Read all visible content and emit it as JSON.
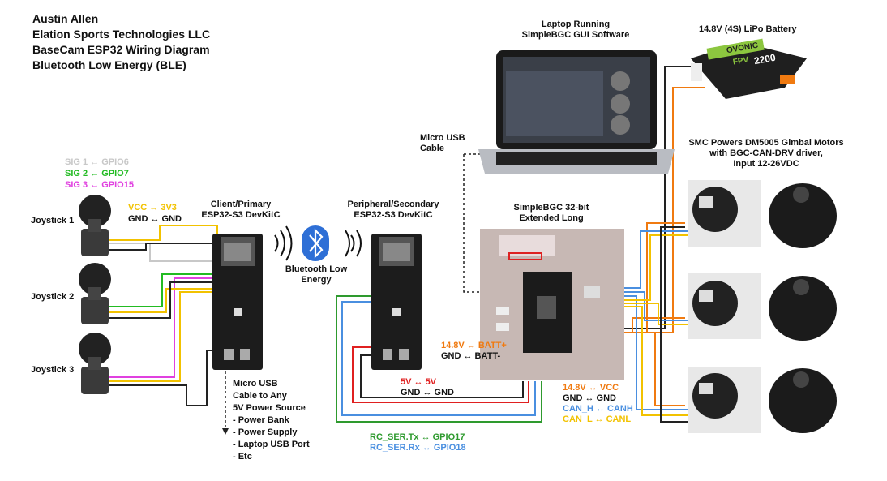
{
  "header": {
    "line1": "Austin Allen",
    "line2": "Elation Sports Technologies LLC",
    "line3": "BaseCam ESP32 Wiring Diagram",
    "line4": "Bluetooth Low Energy (BLE)"
  },
  "signals": {
    "sig1": "SIG 1 ↔ GPIO6",
    "sig2": "SIG 2 ↔ GPIO7",
    "sig3": "SIG 3 ↔ GPIO15",
    "vcc": "VCC ↔ 3V3",
    "gnd": "GND ↔ GND"
  },
  "joysticks": [
    "Joystick 1",
    "Joystick 2",
    "Joystick 3"
  ],
  "client": {
    "line1": "Client/Primary",
    "line2": "ESP32-S3 DevKitC"
  },
  "peripheral": {
    "line1": "Peripheral/Secondary",
    "line2": "ESP32-S3 DevKitC"
  },
  "bluetooth": {
    "line1": "Bluetooth Low",
    "line2": "Energy"
  },
  "usb_power": {
    "lines": [
      "Micro USB",
      "Cable to Any",
      "5V Power Source",
      "- Power Bank",
      "- Power Supply",
      "- Laptop USB Port",
      "- Etc"
    ]
  },
  "laptop": {
    "line1": "Laptop Running",
    "line2": "SimpleBGC GUI Software",
    "cable1": "Micro USB",
    "cable2": "Cable"
  },
  "controller": {
    "line1": "SimpleBGC 32-bit",
    "line2": "Extended Long"
  },
  "battery": {
    "label": "14.8V (4S) LiPo Battery",
    "brand": "OVONIC",
    "sub": "FPV",
    "capacity": "2200"
  },
  "motors": {
    "line1": "SMC Powers DM5005 Gimbal Motors",
    "line2": "with BGC-CAN-DRV driver,",
    "line3": "Input 12-26VDC"
  },
  "conn": {
    "batt_pos": "14.8V ↔ BATT+",
    "batt_neg": "GND ↔ BATT-",
    "v5": "5V ↔ 5V",
    "gnd5": "GND ↔ GND",
    "vcc148": "14.8V ↔ VCC",
    "gnd_can": "GND ↔ GND",
    "canh": "CAN_H ↔ CANH",
    "canl": "CAN_L ↔ CANL",
    "tx": "RC_SER.Tx ↔ GPIO17",
    "rx": "RC_SER.Rx ↔ GPIO18"
  },
  "colors": {
    "sig1": "#c8c8c8",
    "sig2": "#22bb22",
    "sig3": "#e040e0",
    "vcc": "#f2c200",
    "batt": "#f07a10",
    "can_h": "#4a8fe0",
    "can_l": "#f2c200",
    "tx": "#2e9a2e",
    "rx": "#4a8fe0",
    "red": "#e02020"
  }
}
